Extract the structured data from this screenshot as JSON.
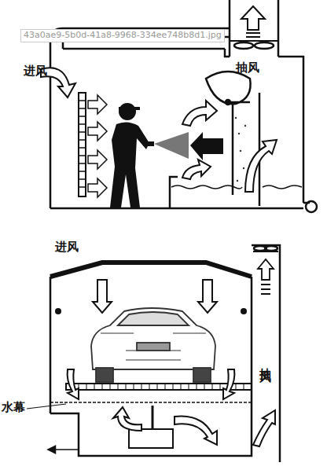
{
  "diagram": {
    "labels": [
      "43a0ae9-5b0d-41a8-9968-334ee748b8d1.jpg",
      "进风",
      "抽风",
      "进风",
      "抽风",
      "水幕"
    ]
  }
}
